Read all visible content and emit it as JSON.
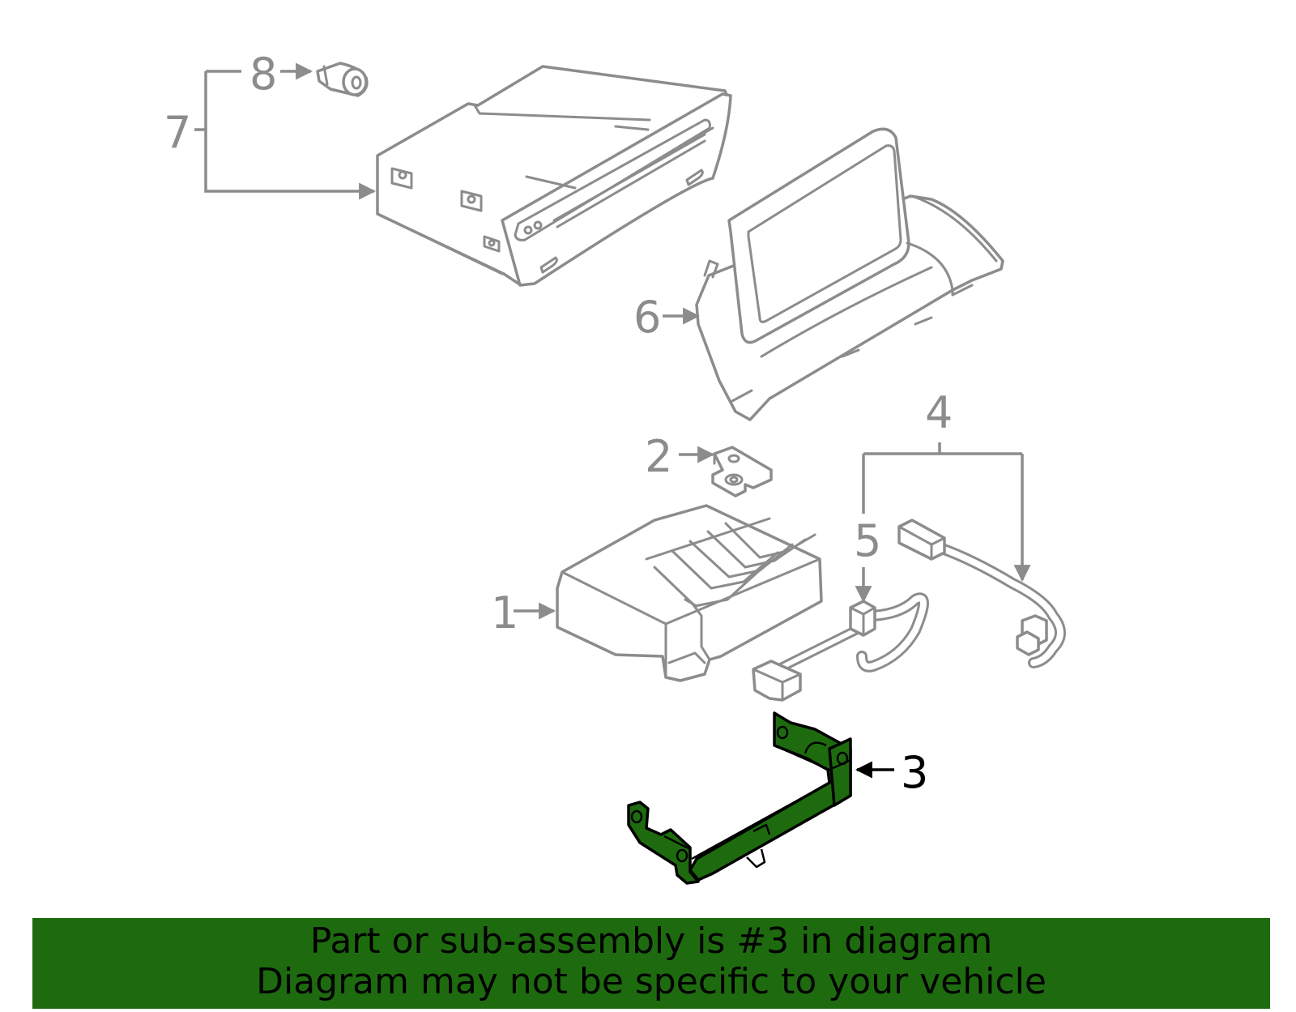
{
  "callouts": [
    "1",
    "2",
    "3",
    "4",
    "5",
    "6",
    "7",
    "8"
  ],
  "highlight_color": "#1e6b0f",
  "line_color": "#8c8c8c",
  "banner": {
    "line1": "Part or sub-assembly is #3 in diagram",
    "line2": "Diagram may not be specific to your vehicle"
  }
}
